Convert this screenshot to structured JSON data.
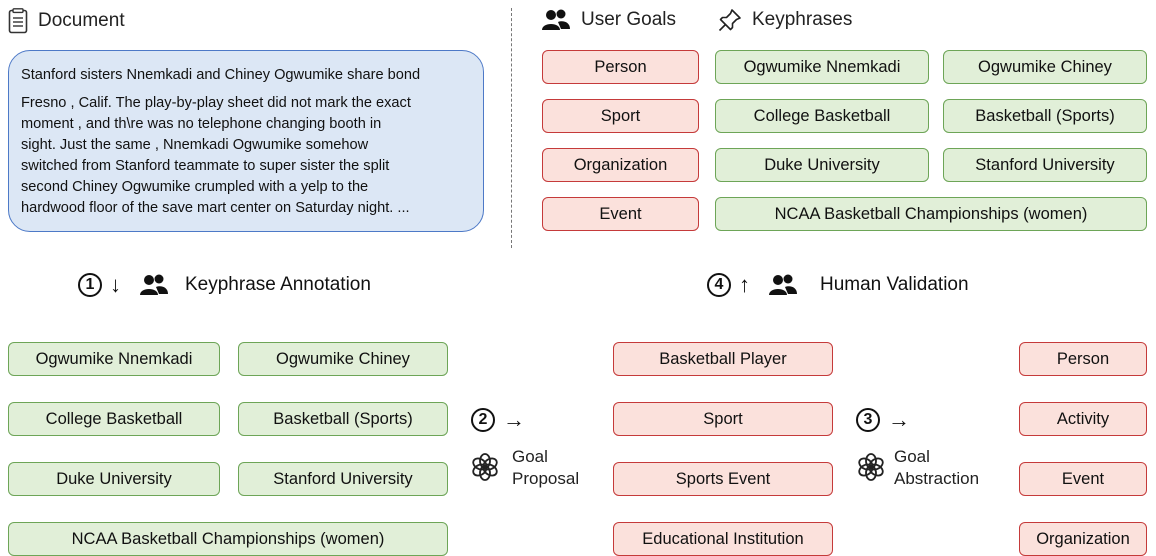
{
  "document_header": {
    "label": "Document"
  },
  "document": {
    "title": "Stanford sisters Nnemkadi and Chiney Ogwumike share bond",
    "lines": [
      "Fresno , Calif. The play-by-play sheet did not mark the exact",
      "moment , and th\\re was no telephone changing booth in",
      "sight. Just the same , Nnemkadi Ogwumike somehow",
      "switched from Stanford teammate to super sister the split",
      "second Chiney Ogwumike crumpled with a yelp to the",
      "hardwood floor of the save mart center on Saturday night. ..."
    ]
  },
  "top_right": {
    "user_goals_label": "User Goals",
    "keyphrases_label": "Keyphrases",
    "goals": [
      "Person",
      "Sport",
      "Organization",
      "Event"
    ],
    "keyphrases": [
      "Ogwumike Nnemkadi",
      "Ogwumike Chiney",
      "College Basketball",
      "Basketball (Sports)",
      "Duke University",
      "Stanford University",
      "NCAA Basketball Championships (women)"
    ]
  },
  "steps": {
    "s1": {
      "num": "1",
      "arrow": "↓",
      "label": "Keyphrase Annotation"
    },
    "s2": {
      "num": "2",
      "arrow": "→",
      "label_line1": "Goal",
      "label_line2": "Proposal"
    },
    "s3": {
      "num": "3",
      "arrow": "→",
      "label_line1": "Goal",
      "label_line2": "Abstraction"
    },
    "s4": {
      "num": "4",
      "arrow": "↑",
      "label": "Human Validation"
    }
  },
  "bottom_keyphrases": [
    "Ogwumike Nnemkadi",
    "Ogwumike Chiney",
    "College Basketball",
    "Basketball (Sports)",
    "Duke University",
    "Stanford University",
    "NCAA Basketball Championships (women)"
  ],
  "proposed_goals": [
    "Basketball Player",
    "Sport",
    "Sports Event",
    "Educational Institution"
  ],
  "abstracted_goals": [
    "Person",
    "Activity",
    "Event",
    "Organization"
  ],
  "colors": {
    "goal_fill": "#fbe1dc",
    "goal_border": "#c53a3a",
    "key_fill": "#e1efd8",
    "key_border": "#6da557",
    "doc_fill": "#dce7f5",
    "doc_border": "#4d79c7"
  }
}
